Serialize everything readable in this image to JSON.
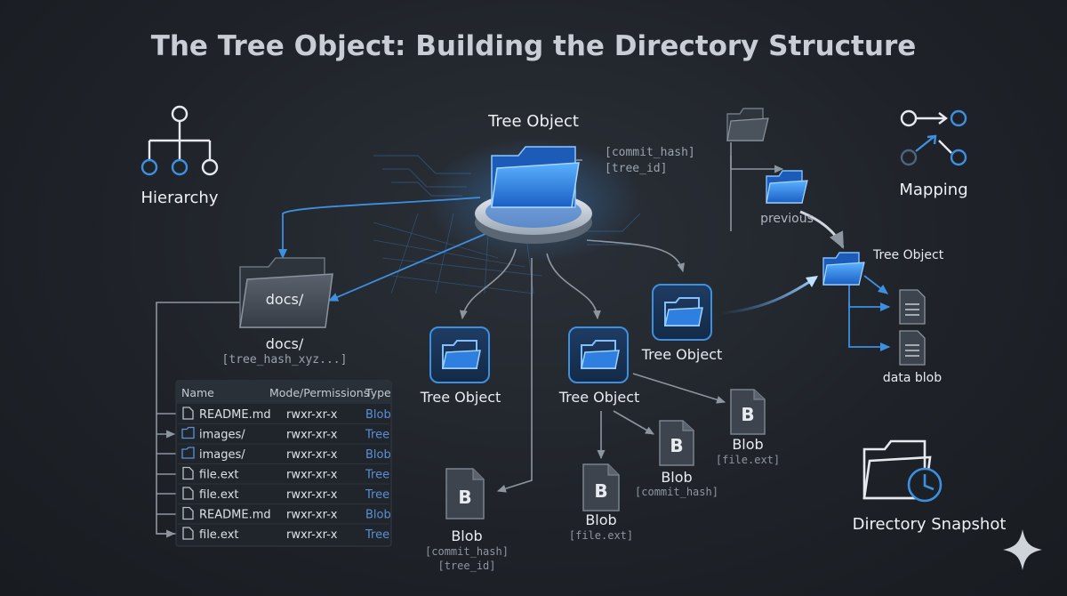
{
  "title": "The Tree Object: Building the Directory Structure",
  "root": {
    "label": "Tree Object",
    "meta1": "[commit_hash]",
    "meta2": "[tree_id]"
  },
  "legend": {
    "hierarchy": "Hierarchy",
    "mapping": "Mapping",
    "snapshot": "Directory Snapshot"
  },
  "docs": {
    "folder_text": "docs/",
    "label": "docs/",
    "hash": "[tree_hash_xyz...]"
  },
  "table": {
    "headers": [
      "Name",
      "Mode/Permissions",
      "Type"
    ],
    "rows": [
      {
        "icon": "file",
        "name": "README.md",
        "mode": "rwxr-xr-x",
        "type": "Blob"
      },
      {
        "icon": "folder",
        "name": "images/",
        "mode": "rwxr-xr-x",
        "type": "Tree"
      },
      {
        "icon": "folder",
        "name": "images/",
        "mode": "rwxr-xr-x",
        "type": "Blob"
      },
      {
        "icon": "file",
        "name": "file.ext",
        "mode": "rwxr-xr-x",
        "type": "Tree"
      },
      {
        "icon": "file",
        "name": "file.ext",
        "mode": "rwxr-xr-x",
        "type": "Tree"
      },
      {
        "icon": "file",
        "name": "README.md",
        "mode": "rwxr-xr-x",
        "type": "Blob"
      },
      {
        "icon": "file",
        "name": "file.ext",
        "mode": "rwxr-xr-x",
        "type": "Tree"
      }
    ]
  },
  "nodes": {
    "tree_left": "Tree Object",
    "tree_mid": "Tree Object",
    "tree_right": "Tree Object",
    "blob_letter": "B",
    "blob_bottom": {
      "label": "Blob",
      "meta1": "[commit_hash]",
      "meta2": "[tree_id]"
    },
    "blob_mid": {
      "label": "Blob",
      "meta1": "[file.ext]"
    },
    "blob_small": {
      "label": "Blob",
      "meta1": "[commit_hash]"
    },
    "blob_right": {
      "label": "Blob",
      "meta1": "[file.ext]"
    }
  },
  "side": {
    "previous": "previous",
    "tree": "Tree Object",
    "data_blob": "data blob"
  },
  "colors": {
    "accent": "#3d8fe0",
    "line": "#8d959f",
    "type_text": "#5b8fd6"
  }
}
